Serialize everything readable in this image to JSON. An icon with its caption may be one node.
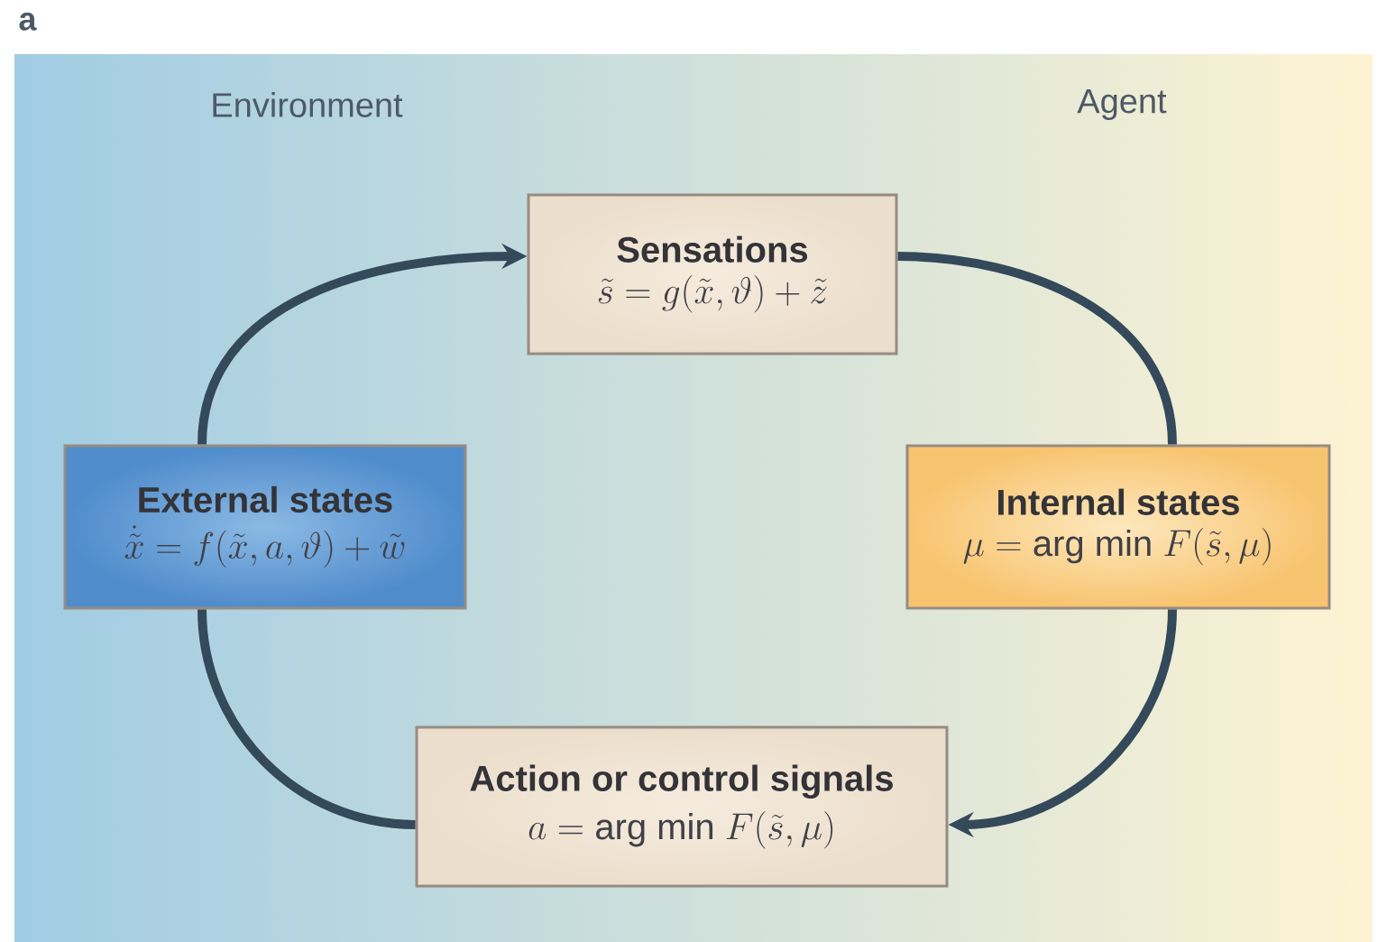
{
  "diagram": {
    "nodes": [
      {
        "text": [
          "Sensations",
          "\\tilde{s} = g(\\tilde{x},\\vartheta) + \\tilde{z}"
        ]
      },
      {
        "text": [
          "Internal states",
          "\\mu = \\mathrm{arg\\ min}\\ F(\\tilde{s},\\mu)"
        ]
      },
      {
        "text": [
          "Action or control signals",
          "a = \\mathrm{arg\\ min}\\ F(\\tilde{s},\\mu)"
        ]
      },
      {
        "text": [
          "External states",
          "\\dot{\\tilde{x}} = f(\\tilde{x},a,\\vartheta) + \\tilde{w}"
        ]
      }
    ],
    "edges": [
      {
        "from": 3,
        "to": 0,
        "arrow": "to"
      },
      {
        "from": 0,
        "to": 1,
        "arrow": "none"
      },
      {
        "from": 1,
        "to": 2,
        "arrow": "to"
      },
      {
        "from": 2,
        "to": 3,
        "arrow": "none"
      }
    ],
    "labels": [
      "a",
      "Environment",
      "Agent"
    ]
  }
}
